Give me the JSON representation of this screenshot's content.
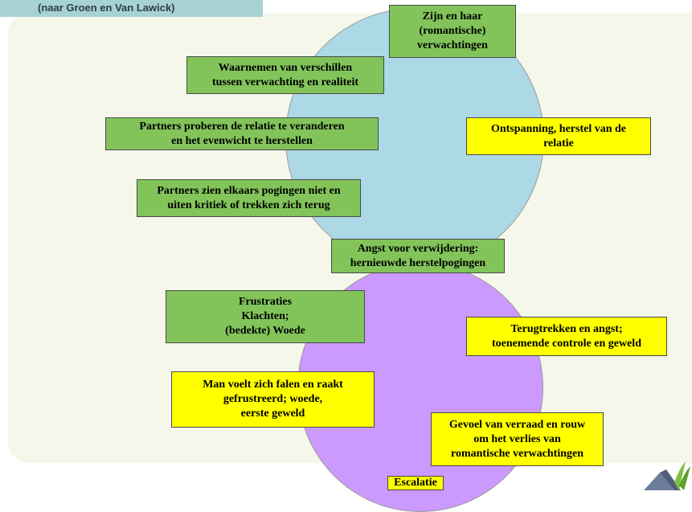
{
  "header": {
    "text": "(naar Groen en Van Lawick)"
  },
  "boxes": {
    "zijn": "Zijn en haar\n(romantische)\nverwachtingen",
    "waarnemen": "Waarnemen van verschillen\ntussen verwachting en realiteit",
    "proberen": "Partners proberen de relatie te veranderen\nen het evenwicht te herstellen",
    "ontspanning": "Ontspanning, herstel van de\nrelatie",
    "pogingen": "Partners zien elkaars pogingen niet en\nuiten kritiek of trekken zich terug",
    "angst": "Angst voor verwijdering:\nhernieuwde herstelpogingen",
    "frustraties": "Frustraties\nKlachten;\n(bedekte) Woede",
    "terugtrekken": "Terugtrekken en angst;\ntoenemende controle en  geweld",
    "man": "Man voelt zich falen en raakt\ngefrustreerd; woede,\neerste geweld",
    "verraad": "Gevoel van verraad en rouw\nom het verlies van\nromantische verwachtingen",
    "escalatie": "Escalatie"
  },
  "colors": {
    "green": "#82c45a",
    "yellow": "#ffff00",
    "top_circle": "#add8e6",
    "bottom_circle": "#cc99ff"
  },
  "icons": {
    "logo": "house-logo-icon"
  }
}
